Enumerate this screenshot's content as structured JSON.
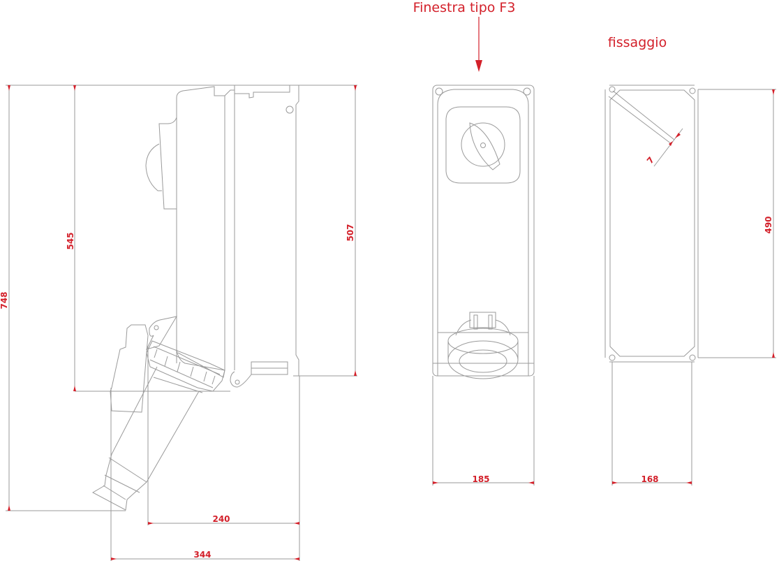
{
  "title": "Finestra tipo F3",
  "subtitle": "fissaggio",
  "colors": {
    "accent": "#d3202a",
    "line": "#9a9a9a"
  },
  "dimensions": {
    "side_height_total": "748",
    "side_height_upper": "545",
    "side_height_box": "507",
    "side_depth_box": "240",
    "side_depth_total": "344",
    "front_width": "185",
    "fixing_width": "168",
    "fixing_height": "490",
    "fixing_hole": "7"
  }
}
